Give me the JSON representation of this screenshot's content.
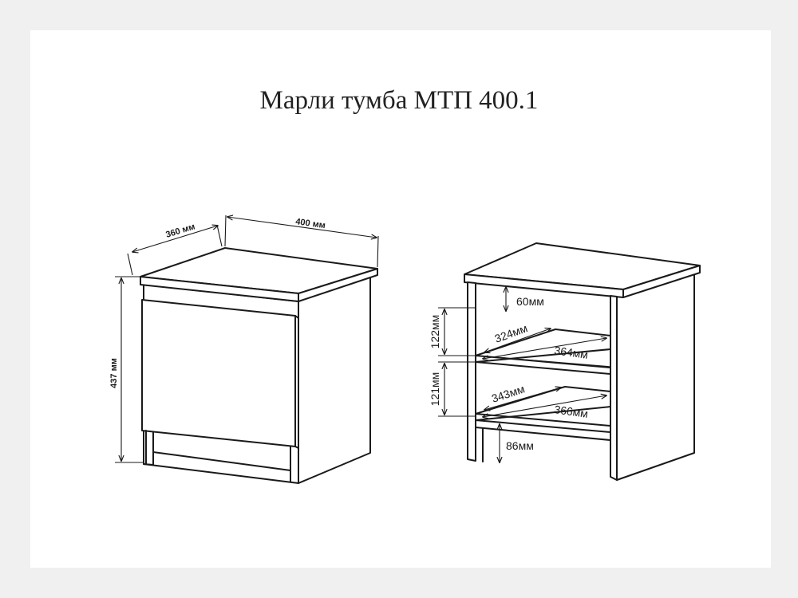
{
  "title": "Марли тумба МТП 400.1",
  "left_view": {
    "depth": "360 мм",
    "width": "400 мм",
    "height": "437 мм"
  },
  "right_view": {
    "top_gap": "60мм",
    "shelf1_height": "122мм",
    "shelf1_depth": "324мм",
    "shelf1_width": "364мм",
    "shelf2_height": "121мм",
    "shelf2_depth": "343мм",
    "shelf2_width": "366мм",
    "bottom_gap": "86мм"
  }
}
